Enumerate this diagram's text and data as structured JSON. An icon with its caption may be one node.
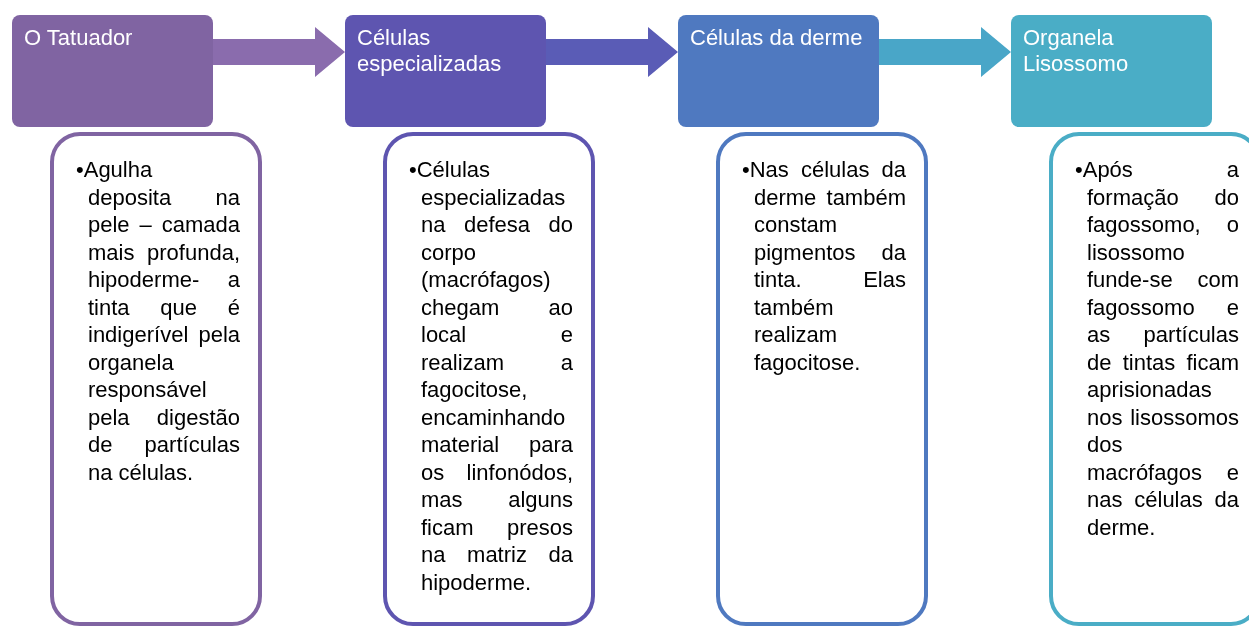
{
  "diagram": {
    "nodes": [
      {
        "text": [
          "O Tatuador"
        ]
      },
      {
        "text": [
          "•Agulha deposita na pele – camada mais profunda, hipoderme- a tinta que é indigerível pela organela responsável pela digestão de partículas na células."
        ]
      },
      {
        "text": [
          "Células especializadas"
        ]
      },
      {
        "text": [
          "•Células especializadas na defesa do corpo (macrófagos) chegam ao local e realizam a fagocitose, encaminhando material para os linfonódos, mas alguns ficam presos na matriz da hipoderme."
        ]
      },
      {
        "text": [
          "Células da derme"
        ]
      },
      {
        "text": [
          "•Nas células da derme também constam pigmentos da tinta. Elas também realizam fagocitose."
        ]
      },
      {
        "text": [
          "Organela Lisossomo"
        ]
      },
      {
        "text": [
          "•Após a formação do fagossomo, o lisossomo funde-se com fagossomo e as partículas de tintas ficam aprisionadas nos lisossomos dos macrófagos e nas células da derme."
        ]
      }
    ],
    "edges": [
      {
        "from": 0,
        "to": 2,
        "arrow": "to",
        "color": "#8a6cad"
      },
      {
        "from": 2,
        "to": 4,
        "arrow": "to",
        "color": "#5a5cb6"
      },
      {
        "from": 4,
        "to": 6,
        "arrow": "to",
        "color": "#49a6c8"
      }
    ]
  }
}
